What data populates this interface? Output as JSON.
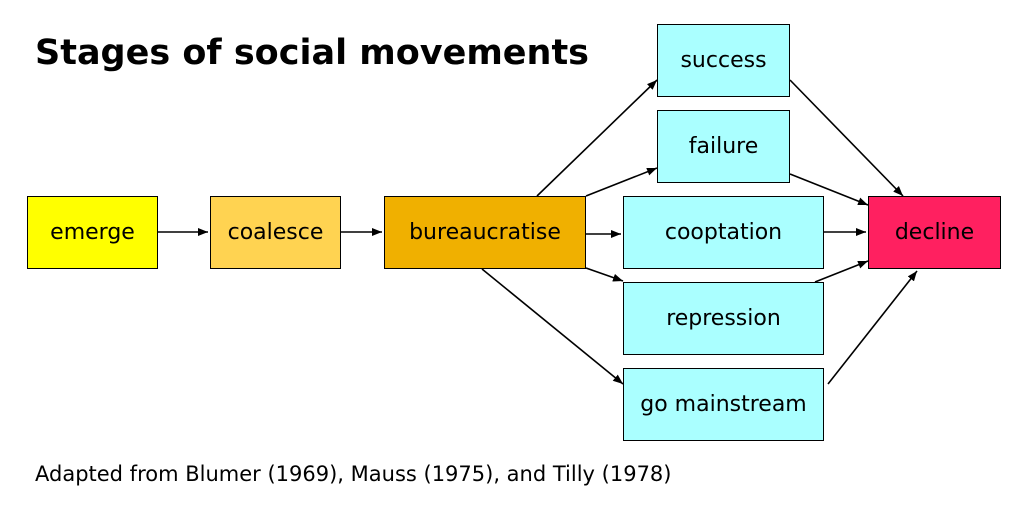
{
  "title": "Stages of social movements",
  "caption": "Adapted from Blumer (1969), Mauss (1975), and Tilly (1978)",
  "colors": {
    "emerge": "#ffff00",
    "coalesce": "#ffd351",
    "bureaucratise": "#f0b000",
    "outcome": "#aaffff",
    "decline": "#ff2060"
  },
  "nodes": {
    "emerge": "emerge",
    "coalesce": "coalesce",
    "bureaucratise": "bureaucratise",
    "success": "success",
    "failure": "failure",
    "cooptation": "cooptation",
    "repression": "repression",
    "mainstream": "go mainstream",
    "decline": "decline"
  },
  "edges": [
    [
      "emerge",
      "coalesce"
    ],
    [
      "coalesce",
      "bureaucratise"
    ],
    [
      "bureaucratise",
      "success"
    ],
    [
      "bureaucratise",
      "failure"
    ],
    [
      "bureaucratise",
      "cooptation"
    ],
    [
      "bureaucratise",
      "repression"
    ],
    [
      "bureaucratise",
      "mainstream"
    ],
    [
      "success",
      "decline"
    ],
    [
      "failure",
      "decline"
    ],
    [
      "cooptation",
      "decline"
    ],
    [
      "repression",
      "decline"
    ],
    [
      "mainstream",
      "decline"
    ]
  ]
}
